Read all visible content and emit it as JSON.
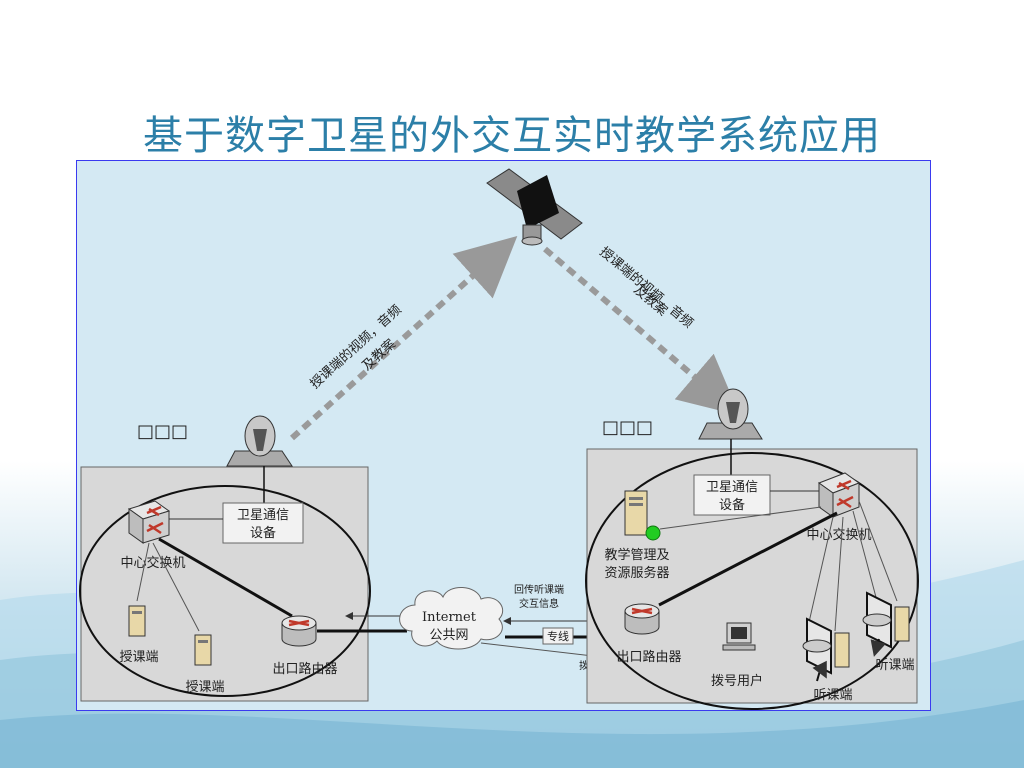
{
  "slide": {
    "title": "基于数字卫星的外交互实时教学系统应用"
  },
  "diagram": {
    "arrow_uplink_label_1": "授课端的视频，音频",
    "arrow_uplink_label_2": "及教案",
    "arrow_downlink_label_1": "授课端的视频，音频",
    "arrow_downlink_label_2": "及教案",
    "left_site": {
      "heading": "□□□",
      "sat_device_1": "卫星通信",
      "sat_device_2": "设备",
      "switch": "中心交换机",
      "router": "出口路由器",
      "teacher_1": "授课端",
      "teacher_2": "授课端"
    },
    "right_site": {
      "heading": "□□□",
      "sat_device_1": "卫星通信",
      "sat_device_2": "设备",
      "switch": "中心交换机",
      "server_1": "教学管理及",
      "server_2": "资源服务器",
      "router": "出口路由器",
      "dialup": "拨号用户",
      "listener_1": "听课端",
      "listener_2": "听课端"
    },
    "internet_1": "Internet",
    "internet_2": "公共网",
    "feedback_1": "回传听课端",
    "feedback_2": "交互信息",
    "dedicated_line": "专线",
    "dialup_line": "拨号"
  },
  "colors": {
    "title": "#2c7fa8",
    "diagram_bg": "#d4e9f3",
    "site_bg": "#d8d8d8",
    "router": "#c0392b",
    "indicator": "#22cc22"
  }
}
